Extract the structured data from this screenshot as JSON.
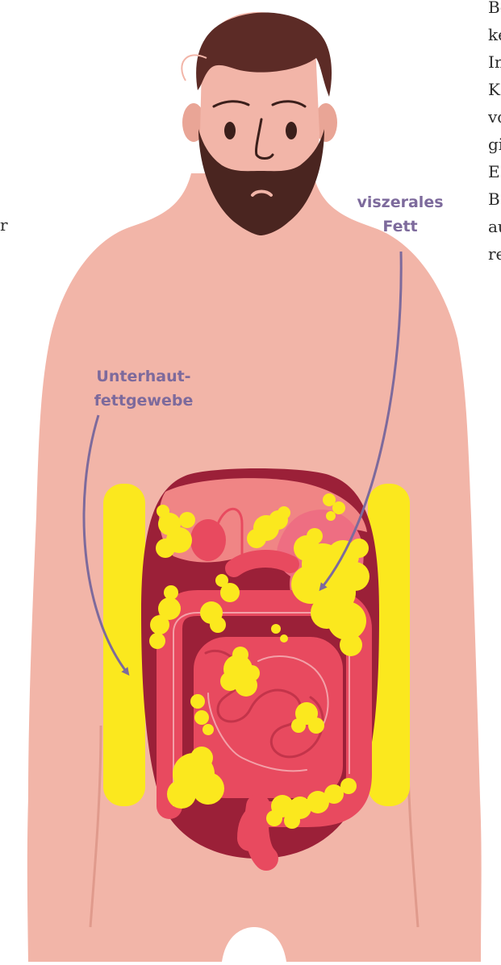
{
  "labels": {
    "visceral_fat": [
      "viszerales",
      "Fett"
    ],
    "subcutaneous_fat": [
      "Unterhaut-",
      "fettgewebe"
    ]
  },
  "cropped_text": {
    "right_column": [
      "Bo",
      "ke",
      "In",
      "K",
      "vo",
      "gi",
      "E",
      "B",
      "au",
      "re"
    ],
    "left_column": [
      "r"
    ]
  },
  "colors": {
    "skin": "#f2b5a8",
    "hair": "#5c2b26",
    "beard": "#4a2520",
    "visceral_fat": "#fbe81e",
    "subcutaneous_fat": "#fbe81e",
    "abdomen_cavity": "#9b2038",
    "organs": "#e84a5f",
    "label_text": "#7d6a9c",
    "arrow": "#7d6a9c"
  },
  "icons": {
    "figure": "man-torso-illustration",
    "arrow": "curved-arrow-icon"
  }
}
